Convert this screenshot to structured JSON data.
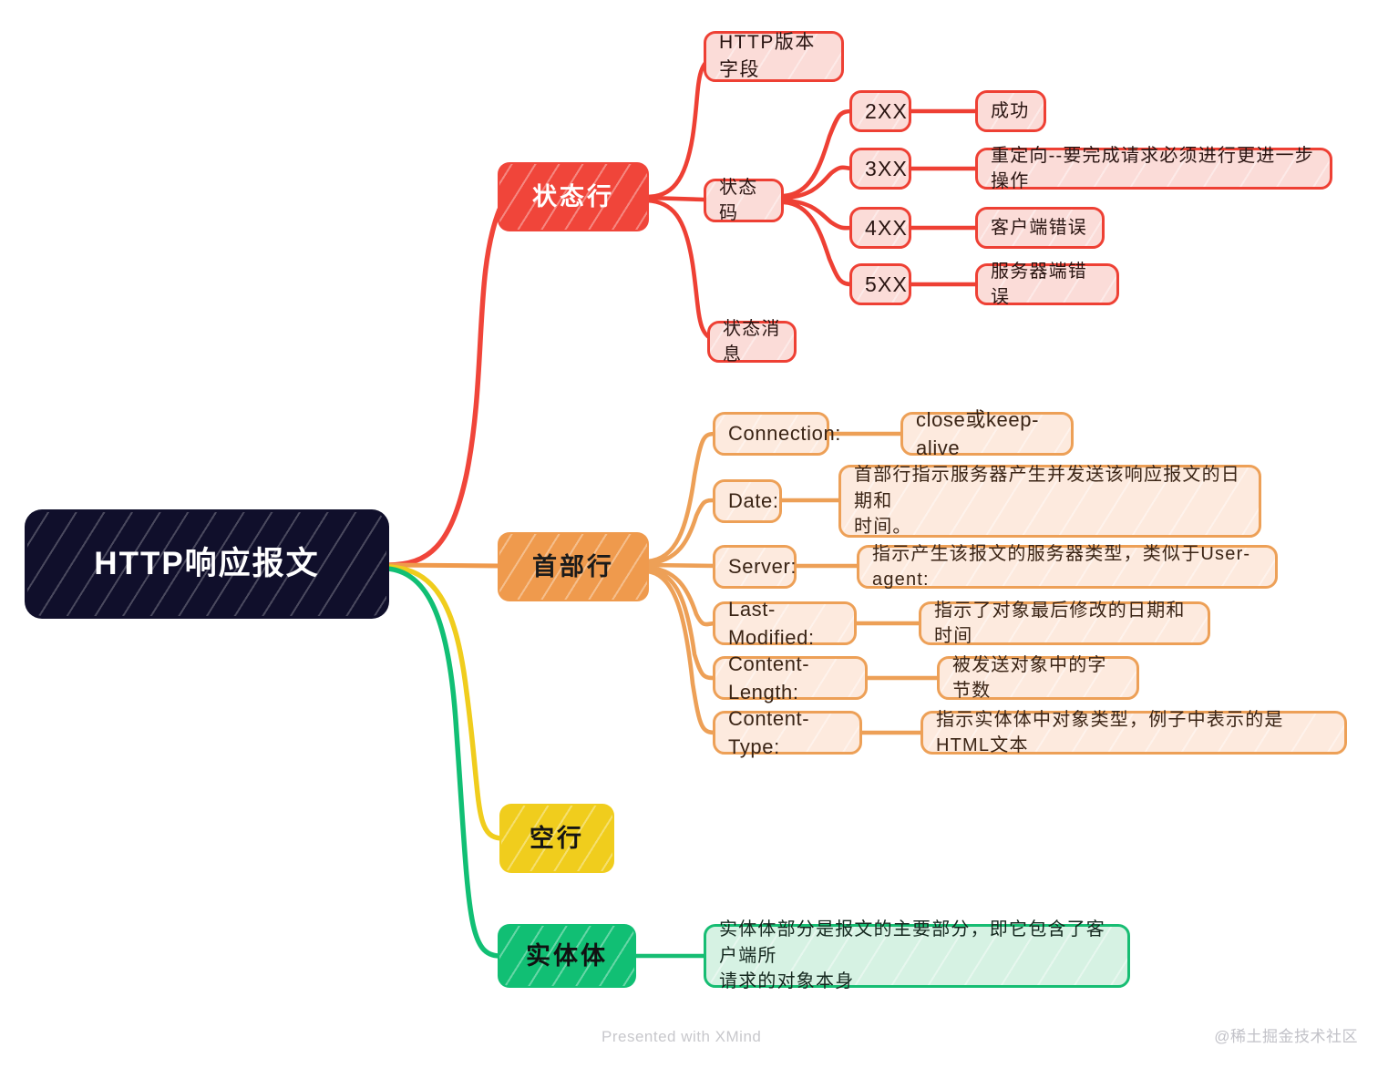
{
  "root": {
    "label": "HTTP响应报文"
  },
  "branches": [
    {
      "id": "status-line",
      "label": "状态行",
      "color": "#f0453a"
    },
    {
      "id": "header-lines",
      "label": "首部行",
      "color": "#ef9a4d"
    },
    {
      "id": "blank-line",
      "label": "空行",
      "color": "#f0cd1d"
    },
    {
      "id": "entity-body",
      "label": "实体体",
      "color": "#11bf74"
    }
  ],
  "status_line": {
    "http_version": "HTTP版本字段",
    "status_code": "状态码",
    "status_message": "状态消息",
    "codes": [
      {
        "code": "2XX",
        "desc": "成功"
      },
      {
        "code": "3XX",
        "desc": "重定向--要完成请求必须进行更进一步操作"
      },
      {
        "code": "4XX",
        "desc": "客户端错误"
      },
      {
        "code": "5XX",
        "desc": "服务器端错误"
      }
    ]
  },
  "header_lines": {
    "fields": [
      {
        "name": "Connection:",
        "desc": "close或keep-alive"
      },
      {
        "name": "Date:",
        "desc": "  首部行指示服务器产生并发送该响应报文的日期和\n时间。"
      },
      {
        "name": "Server:",
        "desc": "指示产生该报文的服务器类型，类似于User-agent:"
      },
      {
        "name": "Last-Modified:",
        "desc": "指示了对象最后修改的日期和时间"
      },
      {
        "name": "Content-Length:",
        "desc": "被发送对象中的字节数"
      },
      {
        "name": "Content-Type:",
        "desc": "指示实体体中对象类型，例子中表示的是HTML文本"
      }
    ]
  },
  "entity_body": {
    "desc": "实体体部分是报文的主要部分，即它包含了客户端所\n请求的对象本身"
  },
  "footer": {
    "xmind": "Presented with XMind",
    "credit": "@稀土掘金技术社区"
  },
  "colors": {
    "root_bg": "#100f2b",
    "red": "#f0453a",
    "red_soft_bg": "#fbdcd8",
    "orange": "#ef9a4d",
    "orange_soft_bg": "#fdeade",
    "yellow": "#f0cd1d",
    "green": "#11bf74",
    "green_soft_bg": "#d6f2e3",
    "footer_text": "#c8c8cc"
  }
}
